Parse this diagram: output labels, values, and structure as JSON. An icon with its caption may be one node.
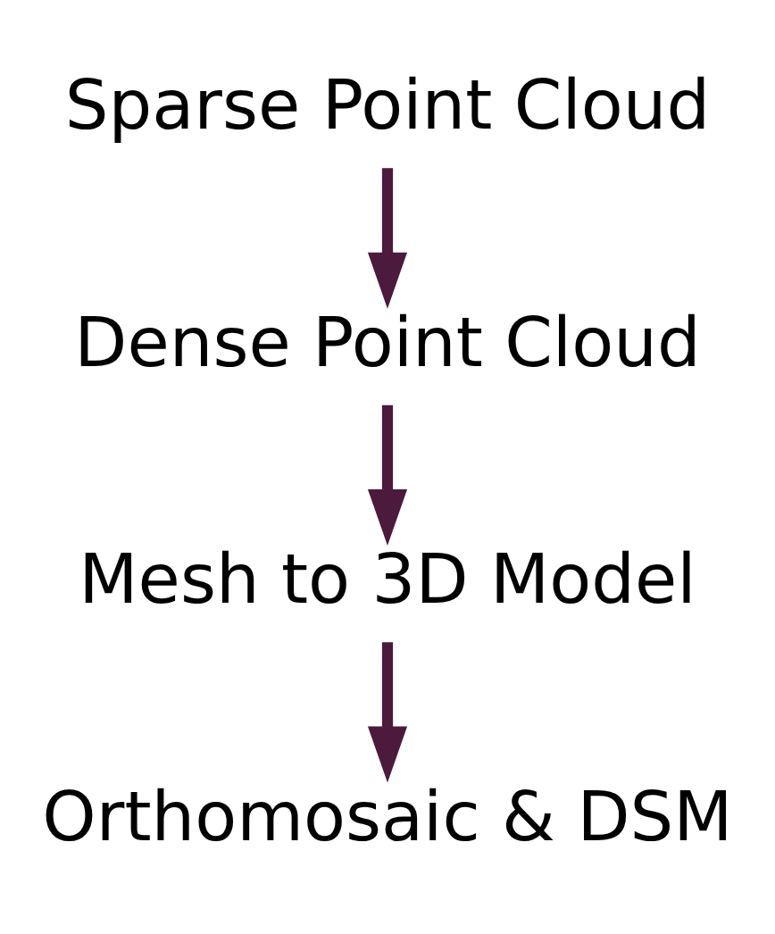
{
  "diagram": {
    "nodes": [
      {
        "text": [
          "Sparse Point Cloud"
        ]
      },
      {
        "text": [
          "Dense Point Cloud"
        ]
      },
      {
        "text": [
          "Mesh to 3D Model"
        ]
      },
      {
        "text": [
          "Orthomosaic & DSM"
        ]
      }
    ],
    "edges": [
      {
        "from": 0,
        "to": 1,
        "arrow": "to"
      },
      {
        "from": 1,
        "to": 2,
        "arrow": "to"
      },
      {
        "from": 2,
        "to": 3,
        "arrow": "to"
      }
    ]
  }
}
